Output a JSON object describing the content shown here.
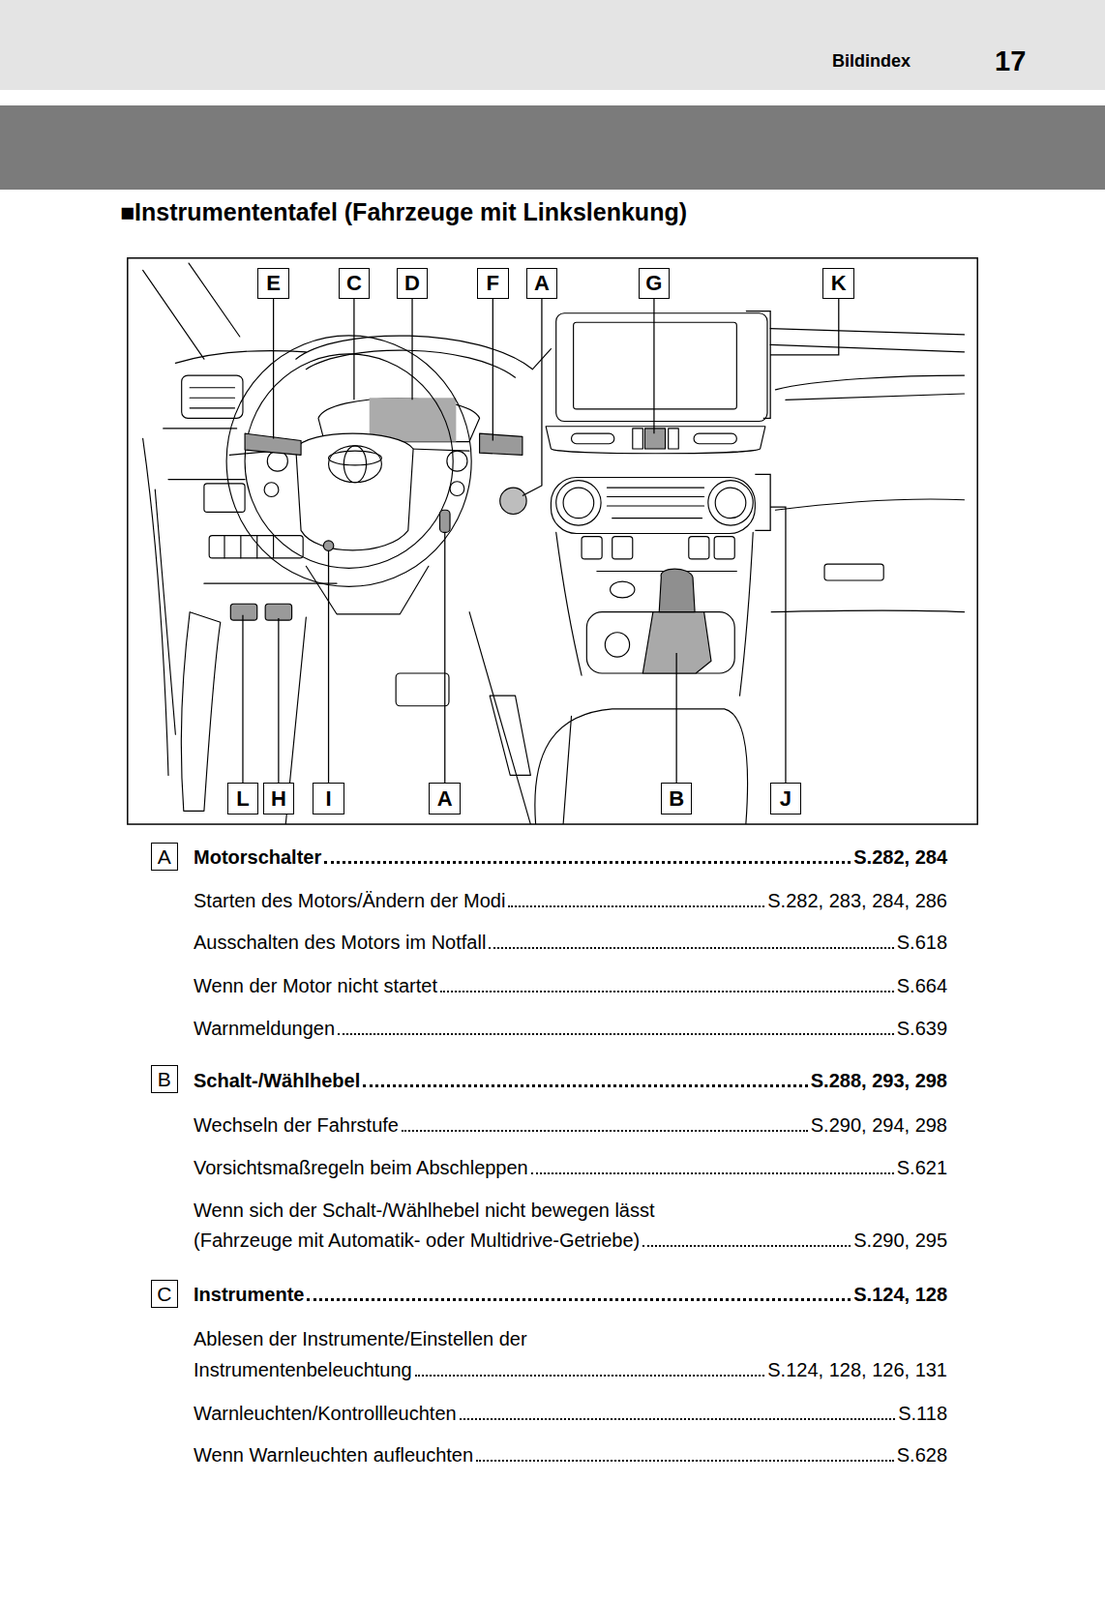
{
  "diagram": {
    "title": "■Instrumententafel (Fahrzeuge mit Linkslenkung)",
    "nodes": [
      {
        "text": [
          "E"
        ]
      },
      {
        "text": [
          "C"
        ]
      },
      {
        "text": [
          "D"
        ]
      },
      {
        "text": [
          "F"
        ]
      },
      {
        "text": [
          "A"
        ]
      },
      {
        "text": [
          "G"
        ]
      },
      {
        "text": [
          "K"
        ]
      },
      {
        "text": [
          "L"
        ]
      },
      {
        "text": [
          "H"
        ]
      },
      {
        "text": [
          "I"
        ]
      },
      {
        "text": [
          "A"
        ]
      },
      {
        "text": [
          "B"
        ]
      },
      {
        "text": [
          "J"
        ]
      },
      {
        "text": [
          "A"
        ]
      },
      {
        "text": [
          "B"
        ]
      },
      {
        "text": [
          "C"
        ]
      }
    ],
    "labels": [
      "Bildindex",
      "17",
      "Motorschalter",
      "S.282, 284",
      "Starten des Motors/Ändern der Modi",
      "S.282, 283, 284, 286",
      "Ausschalten des Motors im Notfall",
      "S.618",
      "Wenn der Motor nicht startet",
      "S.664",
      "Warnmeldungen",
      "S.639",
      "Schalt-/Wählhebel",
      "S.288, 293, 298",
      "Wechseln der Fahrstufe",
      "S.290, 294, 298",
      "Vorsichtsmaßregeln beim Abschleppen",
      "S.621",
      "Wenn sich der Schalt-/Wählhebel nicht bewegen lässt",
      "(Fahrzeuge mit Automatik- oder Multidrive-Getriebe)",
      "S.290, 295",
      "Instrumente",
      "S.124, 128",
      "Ablesen der Instrumente/Einstellen der",
      "Instrumentenbeleuchtung",
      "S.124, 128, 126, 131",
      "Warnleuchten/Kontrollleuchten",
      "S.118",
      "Wenn Warnleuchten aufleuchten",
      "S.628"
    ]
  }
}
